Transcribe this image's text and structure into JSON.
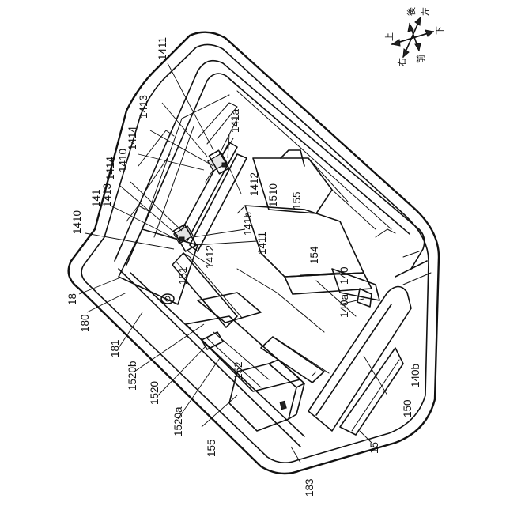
{
  "orientation": {
    "up": "上",
    "down": "下",
    "left": "左",
    "right": "右",
    "front": "前",
    "back": "後"
  },
  "labels": {
    "l1411a": "1411",
    "l1413a": "1413",
    "l1414a": "1414",
    "l1410a": "1410",
    "l1414b": "1414",
    "l1413b": "1413",
    "l141": "141",
    "l1410b": "1410",
    "l141a": "141a",
    "l1412a": "1412",
    "l1510": "1510",
    "l155a": "155",
    "l141b": "141b",
    "l1411b": "1411",
    "l1412b": "1412",
    "l154": "154",
    "l151": "151",
    "l140": "140",
    "l140a": "140a",
    "l18": "18",
    "l180": "180",
    "l181": "181",
    "l1520b": "1520b",
    "l1520": "1520",
    "l1520a": "1520a",
    "l152": "152",
    "l155b": "155",
    "l140b": "140b",
    "l150": "150",
    "l15": "15",
    "l183": "183"
  }
}
